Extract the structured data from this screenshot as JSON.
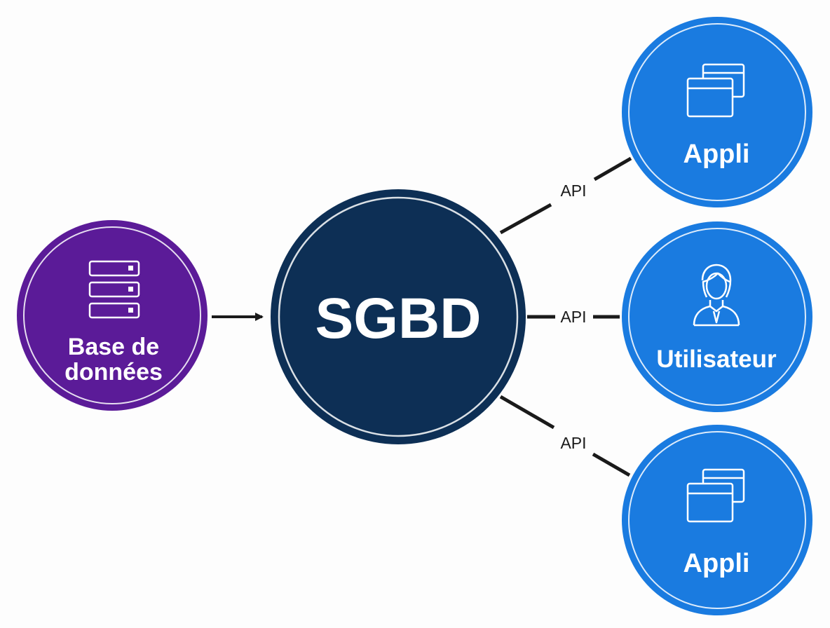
{
  "nodes": {
    "database": {
      "line1": "Base de",
      "line2": "données",
      "color": "#5b1b98",
      "icon": "server-stack-icon"
    },
    "dbms": {
      "label": "SGBD",
      "color": "#0d2f55"
    },
    "app_top": {
      "label": "Appli",
      "color": "#1a7be0",
      "icon": "app-windows-icon"
    },
    "user": {
      "label": "Utilisateur",
      "color": "#1a7be0",
      "icon": "user-icon"
    },
    "app_bottom": {
      "label": "Appli",
      "color": "#1a7be0",
      "icon": "app-windows-icon"
    }
  },
  "edges": {
    "db_to_dbms": {
      "type": "arrow"
    },
    "dbms_to_app_top": {
      "label": "API"
    },
    "dbms_to_user": {
      "label": "API"
    },
    "dbms_to_app_bottom": {
      "label": "API"
    }
  }
}
